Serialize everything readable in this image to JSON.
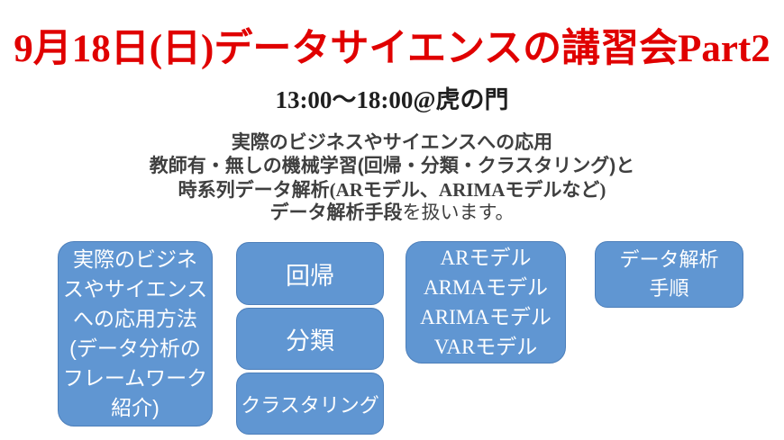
{
  "slide": {
    "title": "9月18日(日)データサイエンスの講習会Part2",
    "subtitle": "13:00～18:00@虎の門"
  },
  "description": {
    "line1": "実際のビジネスやサイエンスへの応用",
    "line2": "教師有・無しの機械学習(回帰・分類・クラスタリング)と",
    "line3": "時系列データ解析(ARモデル、ARIMAモデルなど)",
    "line4_emphasis": "データ解析手段",
    "line4_rest": "を扱います。"
  },
  "topic_boxes": {
    "application": {
      "lines": [
        "実際のビジネ",
        "スやサイエンス",
        "への応用方法",
        "(データ分析の",
        "フレームワーク",
        "紹介)"
      ]
    },
    "regression": {
      "label": "回帰"
    },
    "classification": {
      "label": "分類"
    },
    "clustering": {
      "label": "クラスタリング"
    },
    "time_series_models": {
      "lines": [
        "ARモデル",
        "ARMAモデル",
        "ARIMAモデル",
        "VARモデル"
      ]
    },
    "analysis_procedure": {
      "lines": [
        "データ解析",
        "手順"
      ]
    }
  },
  "colors": {
    "title_red": "#e00000",
    "subtitle_black": "#1f1f1f",
    "body_gray": "#3f3f3f",
    "box_fill": "#6096d2",
    "box_border": "#4d7fba",
    "box_text": "#ffffff",
    "background": "#ffffff"
  }
}
